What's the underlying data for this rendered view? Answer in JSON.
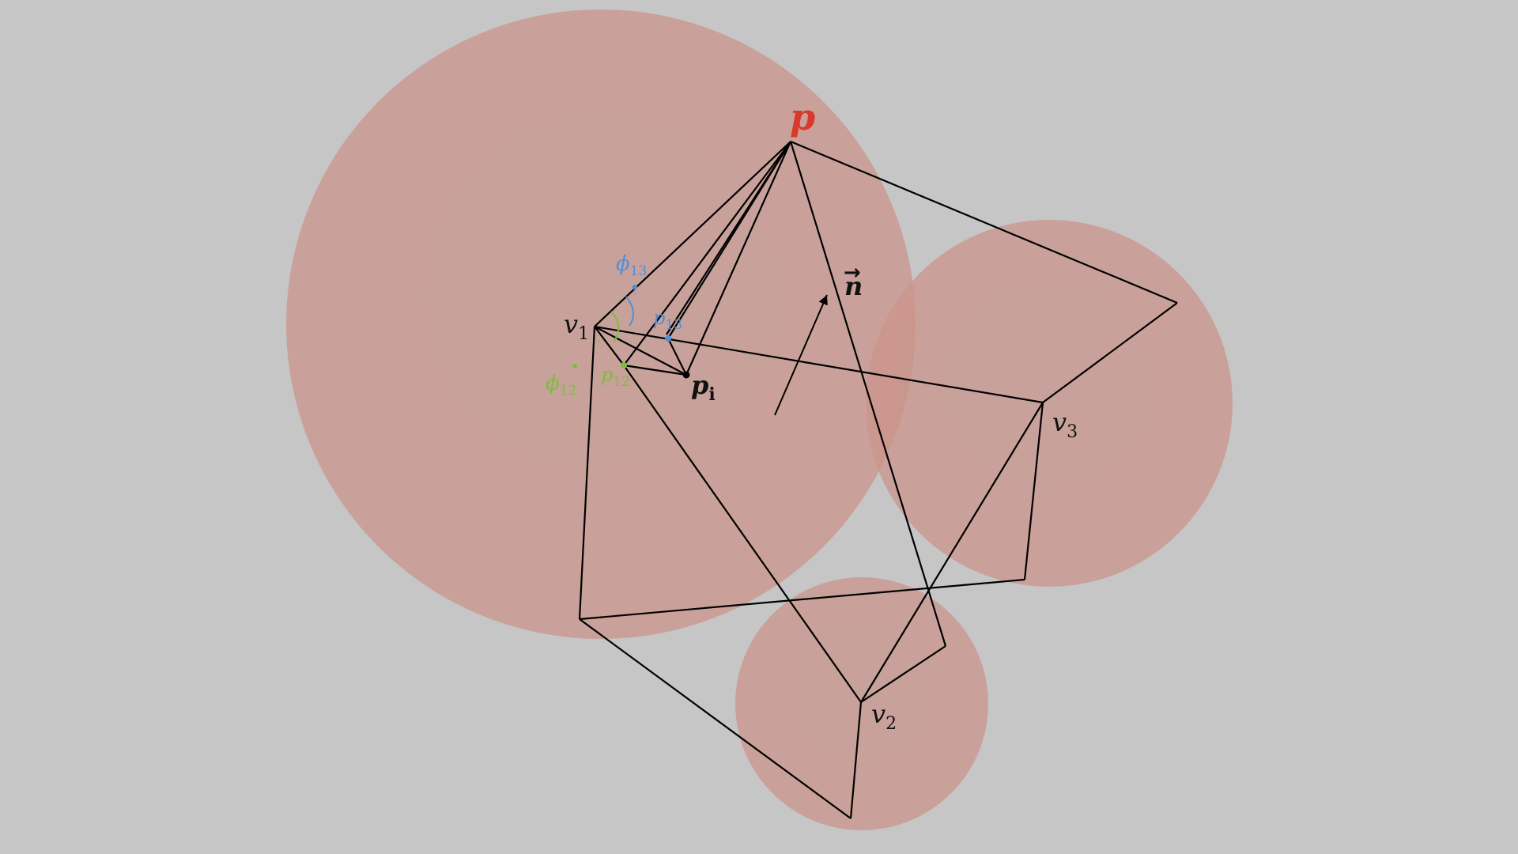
{
  "labels": {
    "p": "p",
    "v1_base": "v",
    "v1_sub": "1",
    "v2_base": "v",
    "v2_sub": "2",
    "v3_base": "v",
    "v3_sub": "3",
    "pi_base": "p",
    "pi_sub": "i",
    "p12_base": "p",
    "p12_sub": "12",
    "p13_base": "p",
    "p13_sub": "13",
    "phi12_base": "ϕ",
    "phi12_sub": "12",
    "phi13_base": "ϕ",
    "phi13_sub": "13",
    "normal_base": "n",
    "normal_arrow": "→"
  },
  "colors": {
    "background": "#c6c6c6",
    "sphere": "#c99186",
    "edges": "#000000",
    "label_p": "#d8392a",
    "label_black": "#111111",
    "label_green": "#7cbf3a",
    "label_blue": "#4f8fd8"
  }
}
